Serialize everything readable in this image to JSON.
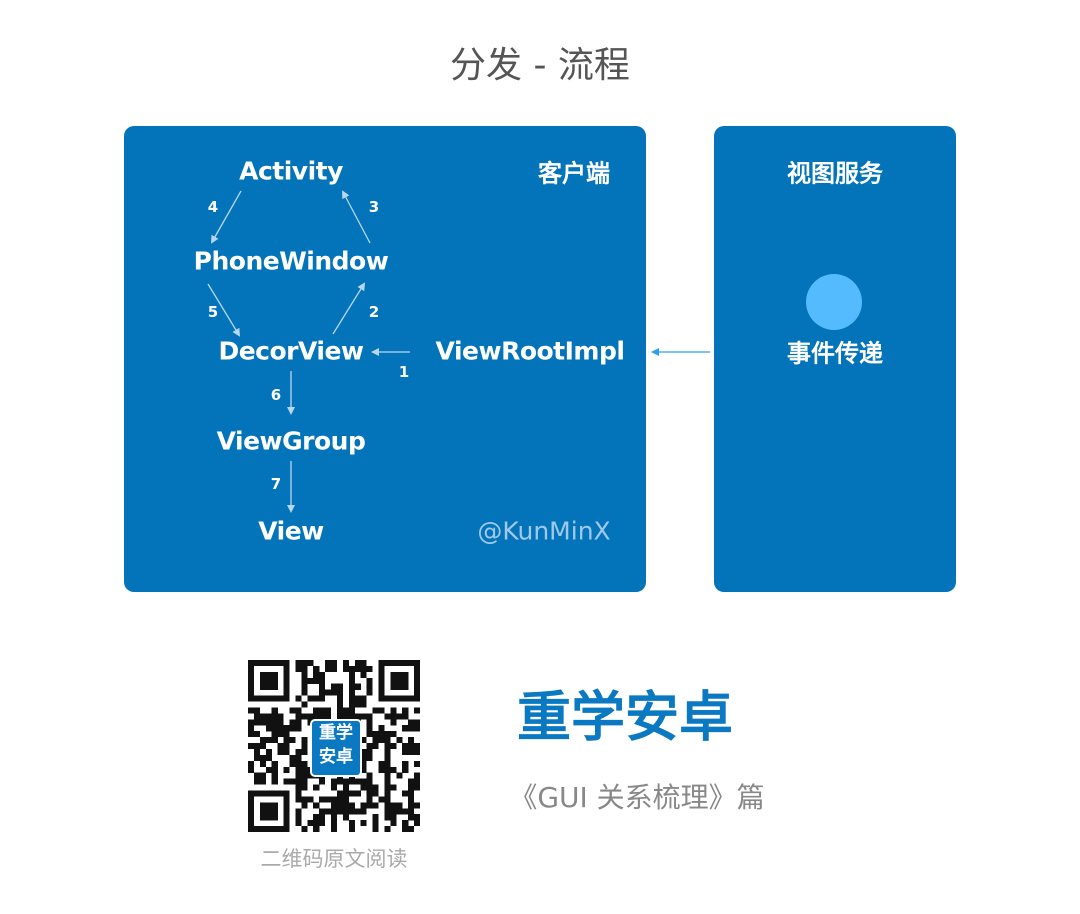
{
  "title": "分发 - 流程",
  "client_panel": {
    "label": "客户端",
    "nodes": {
      "activity": "Activity",
      "phone_window": "PhoneWindow",
      "decor_view": "DecorView",
      "view_group": "ViewGroup",
      "view": "View",
      "view_root_impl": "ViewRootImpl"
    },
    "steps": [
      "1",
      "2",
      "3",
      "4",
      "5",
      "6",
      "7"
    ],
    "watermark": "@KunMinX"
  },
  "server_panel": {
    "label": "视图服务",
    "event_label": "事件传递"
  },
  "footer": {
    "qr_logo": "重学安卓",
    "qr_caption": "二维码原文阅读",
    "brand": "重学安卓",
    "subtitle": "《GUI 关系梳理》篇"
  },
  "colors": {
    "panel": "#0474BA",
    "event_dot": "#55BBFF",
    "brand": "#0a79c2"
  }
}
